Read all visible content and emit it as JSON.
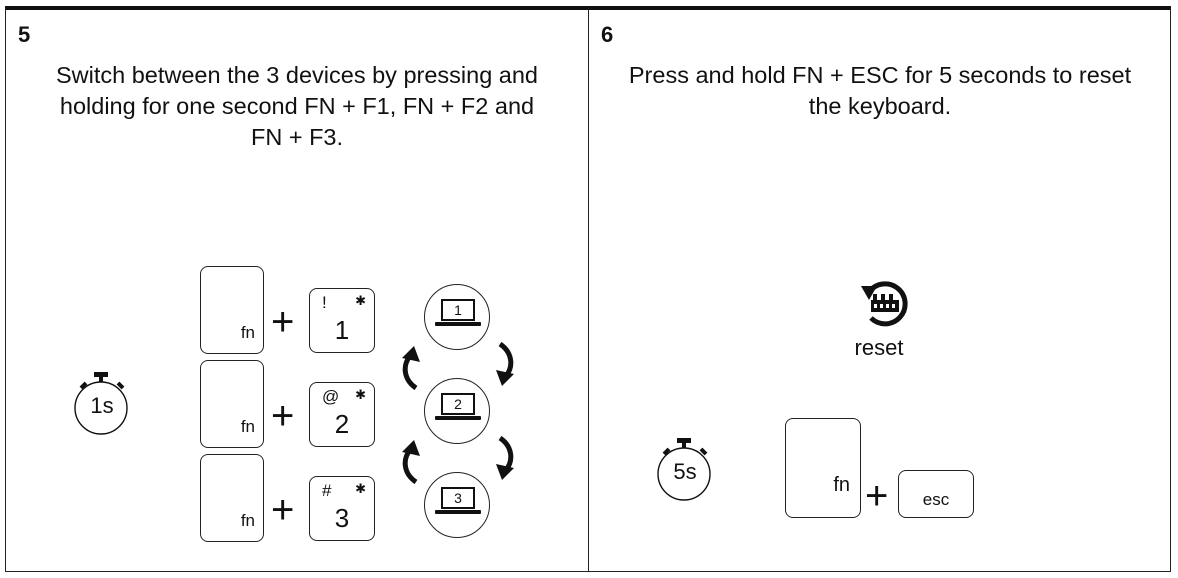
{
  "step5": {
    "number": "5",
    "text": "Switch between the 3 devices by pressing and\nholding for one second  FN + F1, FN + F2 and\nFN + F3.",
    "timer": "1s",
    "fn_label": "fn",
    "plus": "+",
    "bluetooth_glyph": "✱",
    "keys": [
      {
        "symbol": "!",
        "number": "1"
      },
      {
        "symbol": "@",
        "number": "2"
      },
      {
        "symbol": "#",
        "number": "3"
      }
    ],
    "devices": [
      "1",
      "2",
      "3"
    ]
  },
  "step6": {
    "number": "6",
    "text": "Press and hold FN + ESC for 5 seconds to reset\nthe keyboard.",
    "reset_label": "reset",
    "timer": "5s",
    "fn_label": "fn",
    "plus": "+",
    "esc_label": "esc"
  }
}
